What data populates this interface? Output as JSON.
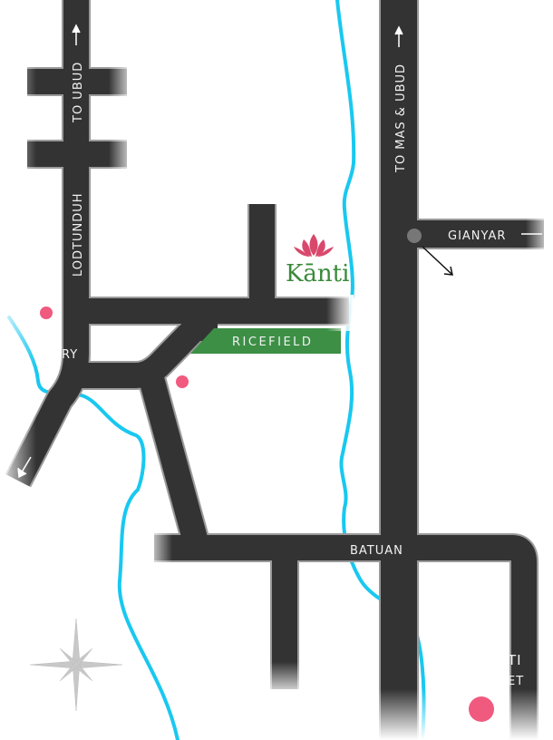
{
  "map": {
    "labels": {
      "to_ubud": "TO UBUD",
      "lodtunduh": "LODTUNDUH",
      "gallery_partial": "RY",
      "ricefield": "RICEFIELD",
      "to_mas_ubud": "TO MAS & UBUD",
      "gianyar": "GIANYAR",
      "batuan": "BATUAN",
      "kanti_partial": "TI",
      "street_partial": "ET"
    },
    "logo": {
      "text": "Kānti"
    },
    "colors": {
      "road": "#333333",
      "road_edge": "#9a9a9a",
      "river": "#19c8f0",
      "ricefield": "#3c8f45",
      "marker": "#f05a7e",
      "logo_lotus": "#d9486c",
      "logo_text": "#3a8a3a"
    },
    "icons": [
      "compass-rose-icon",
      "north-arrow-icon",
      "southwest-arrow-icon",
      "east-arrow-icon",
      "southeast-arrow-icon",
      "lotus-logo-icon"
    ]
  }
}
